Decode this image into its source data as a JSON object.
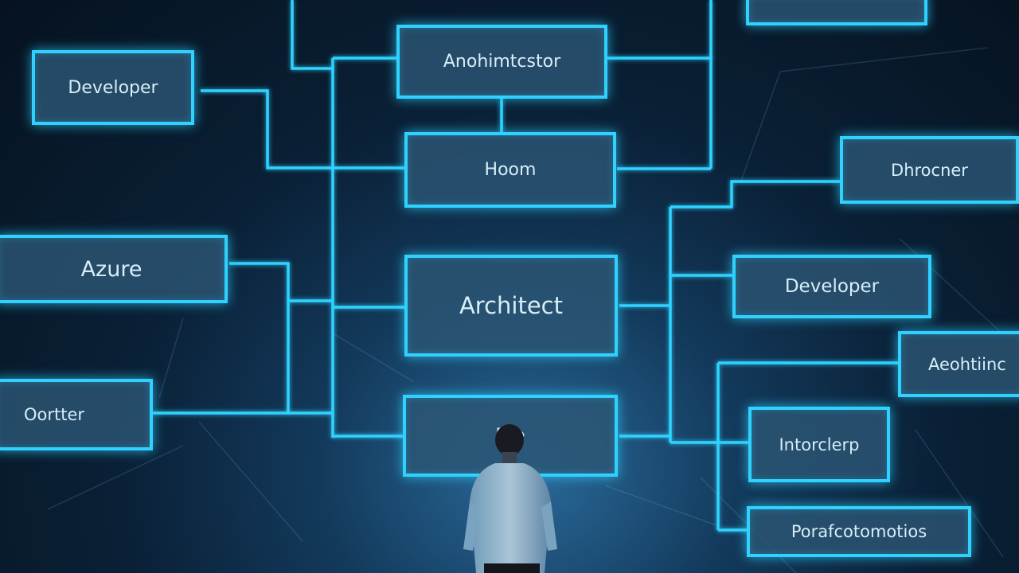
{
  "nodes": {
    "top_right_box": "",
    "developer_left": "Developer",
    "anohimtcstor": "Anohimtcstor",
    "hoom": "Hoom",
    "dhrocner": "Dhrocner",
    "azure": "Azure",
    "architect": "Architect",
    "developer_right": "Developer",
    "aeohtiinc": "Aeohtiinc",
    "oortter": "Oortter",
    "bre": "Bre",
    "intorclerp": "Intorclerp",
    "porafcotomotios": "Porafcotomotios"
  },
  "colors": {
    "accent": "#2fd2ff",
    "box_fill": "#2c5674",
    "text": "#d6eef8"
  }
}
